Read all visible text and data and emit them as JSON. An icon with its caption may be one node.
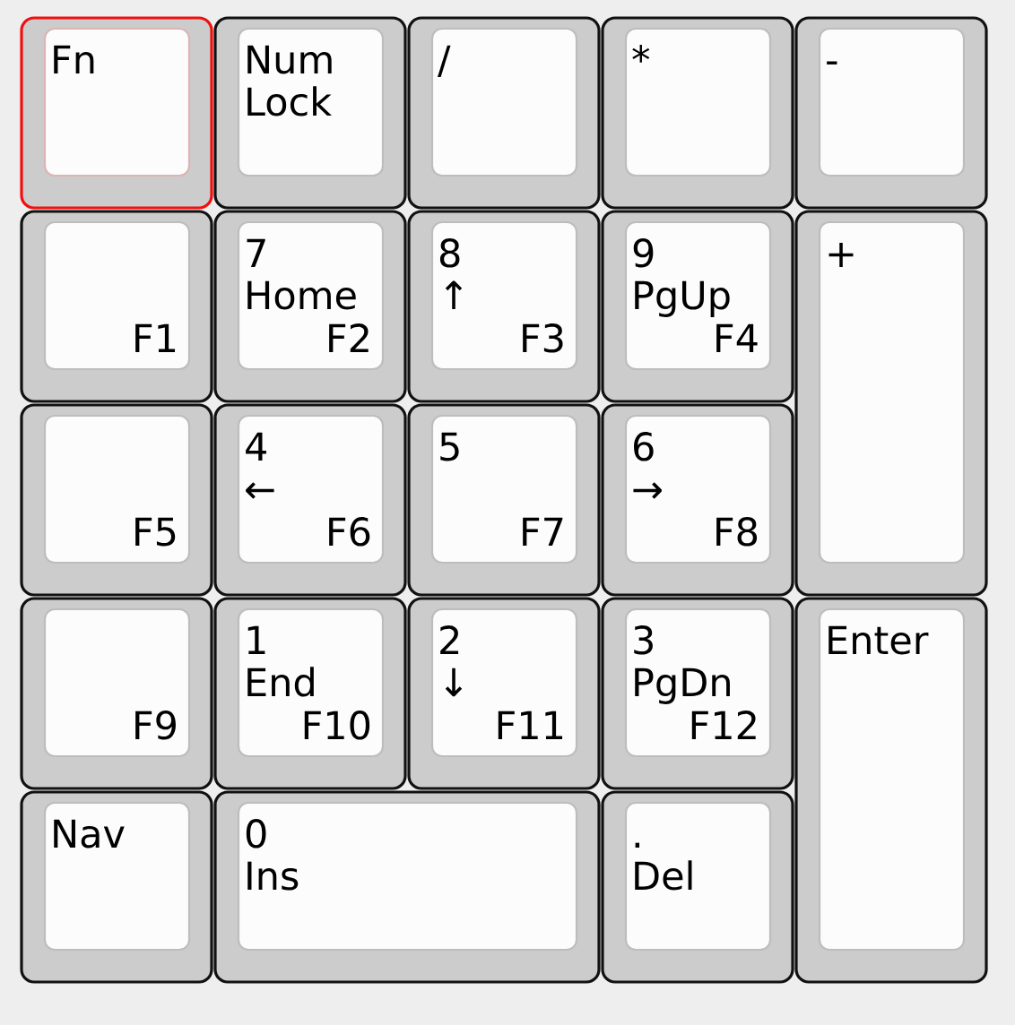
{
  "diagram": {
    "nodes": [
      {
        "text": [
          "Fn"
        ]
      },
      {
        "text": [
          "Num Lock"
        ]
      },
      {
        "text": [
          "/"
        ]
      },
      {
        "text": [
          "*"
        ]
      },
      {
        "text": [
          "-"
        ]
      },
      {
        "text": [
          "F1"
        ]
      },
      {
        "text": [
          "7",
          "Home",
          "F2"
        ]
      },
      {
        "text": [
          "8",
          "↑",
          "F3"
        ]
      },
      {
        "text": [
          "9",
          "PgUp",
          "F4"
        ]
      },
      {
        "text": [
          "+"
        ]
      },
      {
        "text": [
          "F5"
        ]
      },
      {
        "text": [
          "4",
          "←",
          "F6"
        ]
      },
      {
        "text": [
          "5",
          "F7"
        ]
      },
      {
        "text": [
          "6",
          "→",
          "F8"
        ]
      },
      {
        "text": [
          "F9"
        ]
      },
      {
        "text": [
          "1",
          "End",
          "F10"
        ]
      },
      {
        "text": [
          "2",
          "↓",
          "F11"
        ]
      },
      {
        "text": [
          "3",
          "PgDn",
          "F12"
        ]
      },
      {
        "text": [
          "Enter"
        ]
      },
      {
        "text": [
          "Nav"
        ]
      },
      {
        "text": [
          "0",
          "Ins"
        ]
      },
      {
        "text": [
          ".",
          "Del"
        ]
      }
    ]
  }
}
